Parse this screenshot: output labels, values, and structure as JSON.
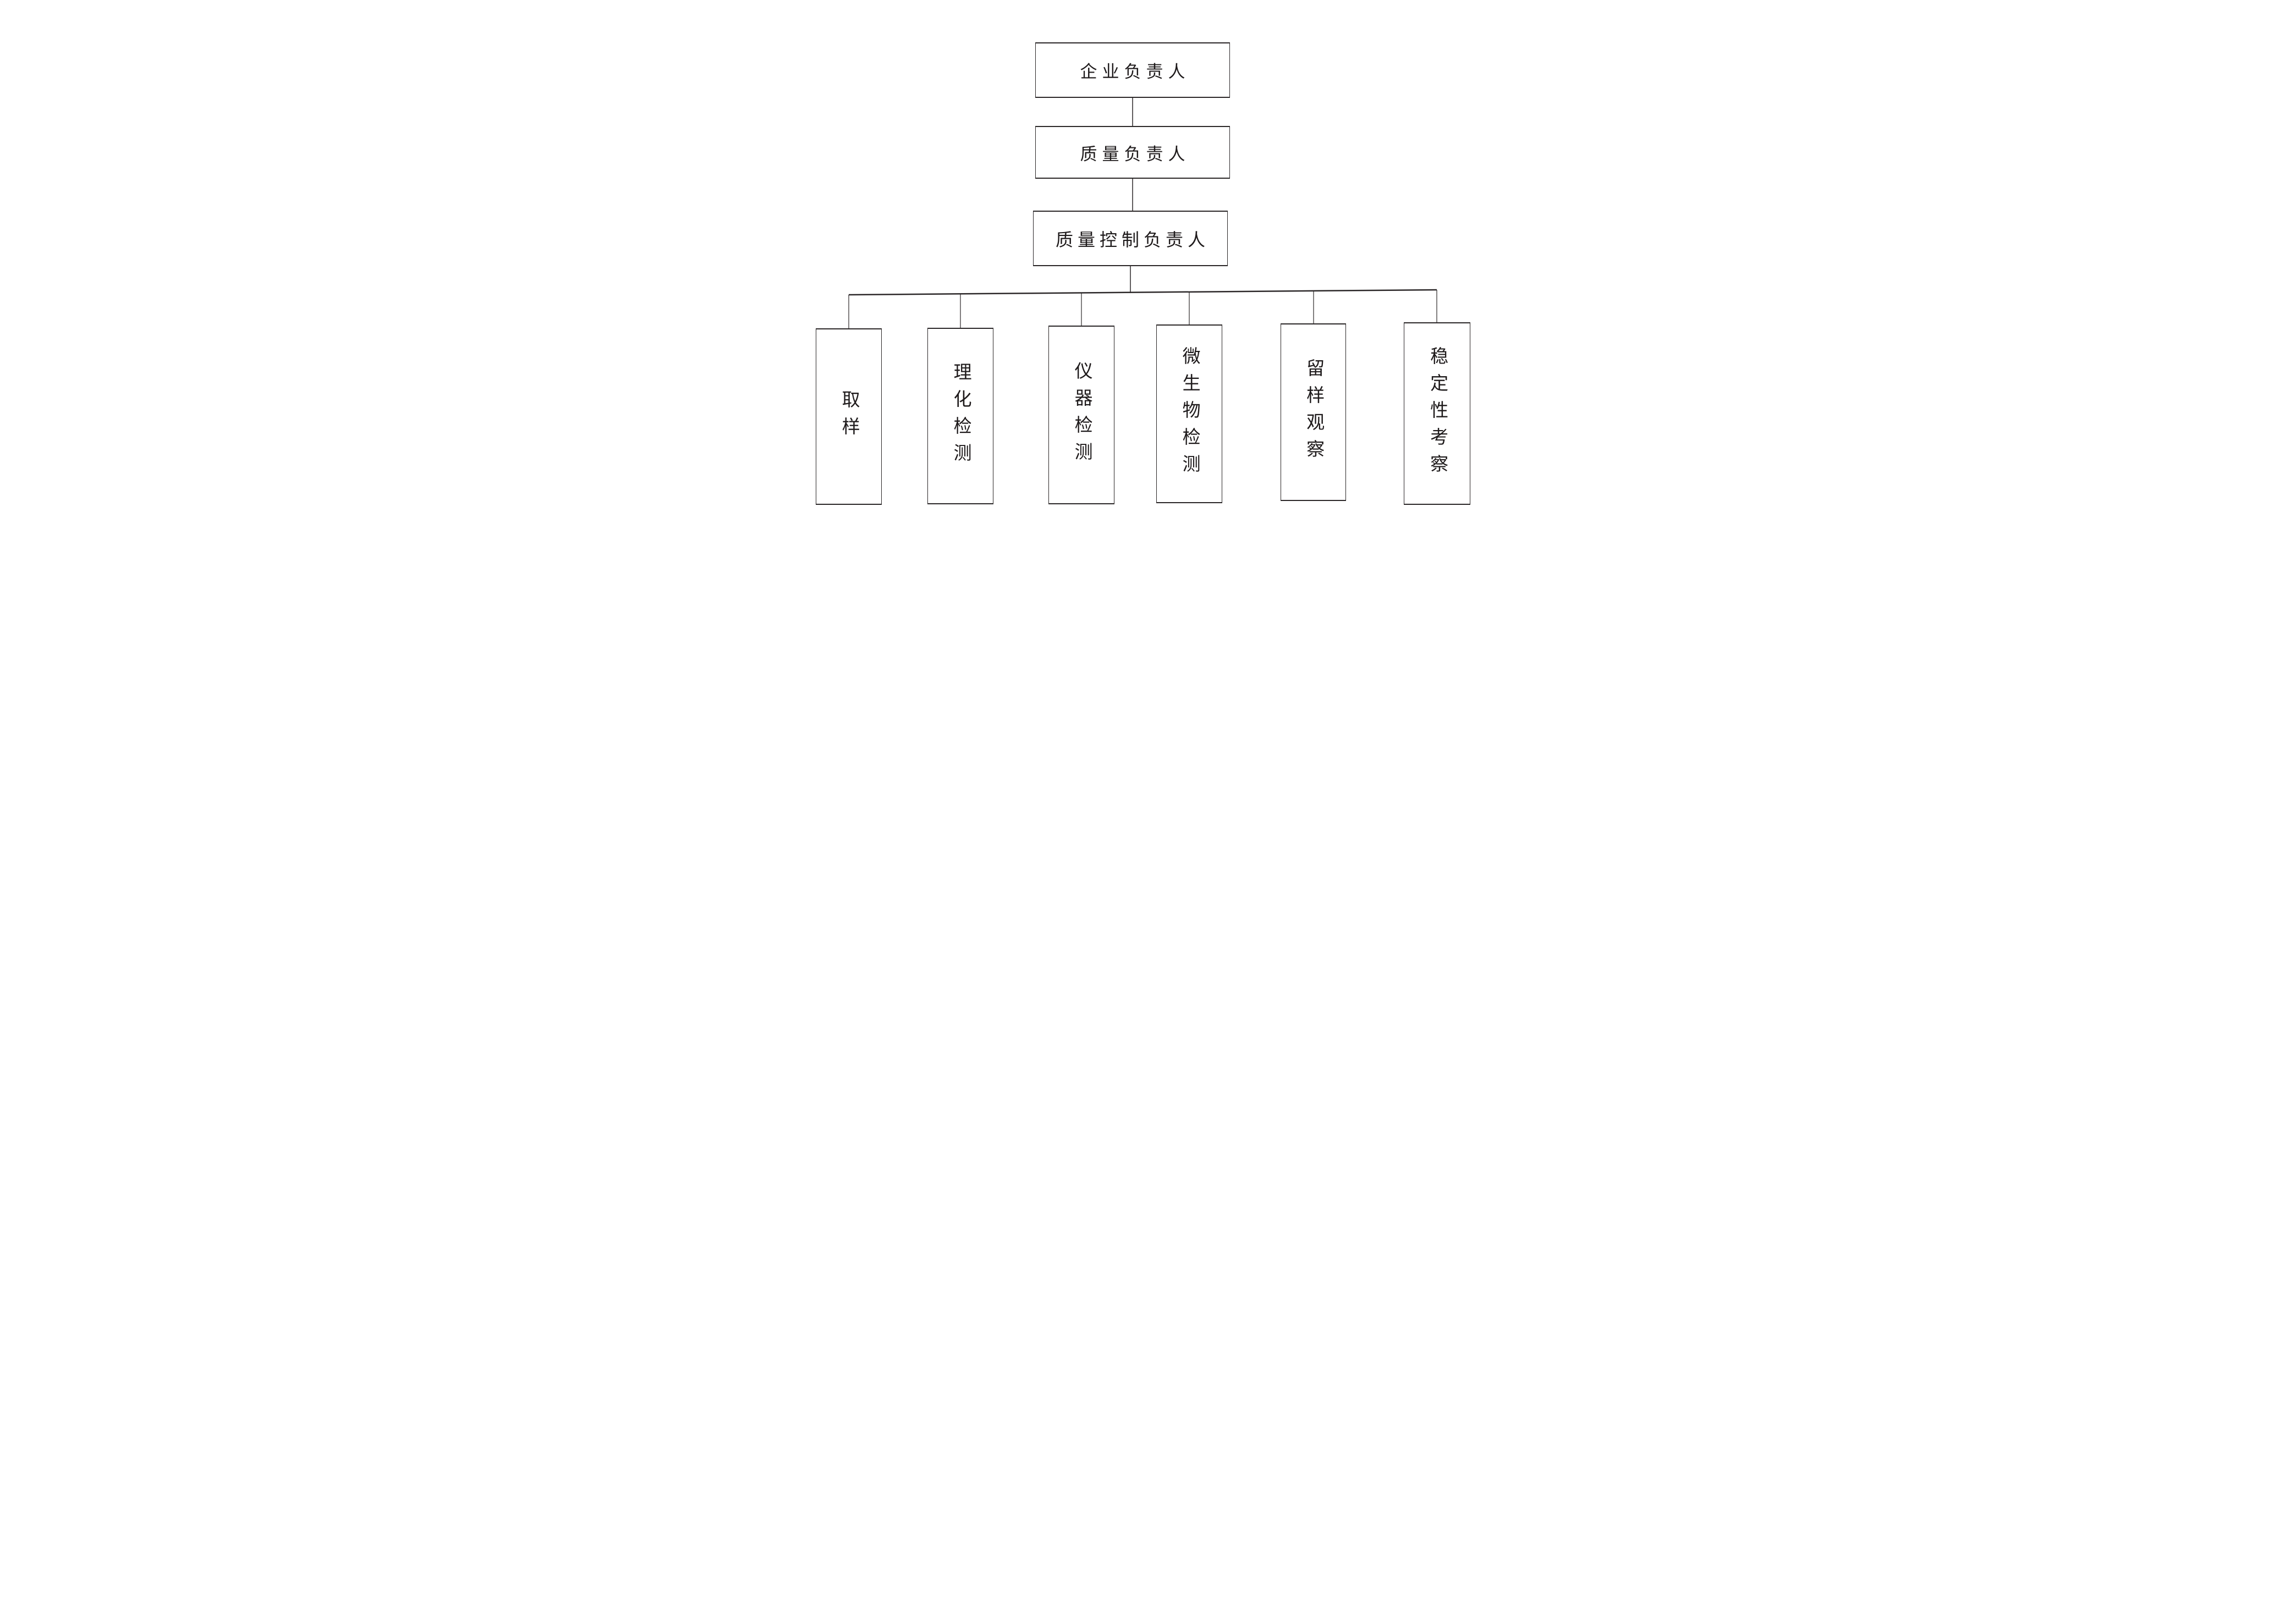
{
  "diagram": {
    "background_color": "#ffffff",
    "line_color": "#2b2728",
    "text_color": "#1e1a1b",
    "root": {
      "label": "企业负责人"
    },
    "level2": {
      "label": "质量负责人"
    },
    "level3": {
      "label": "质量控制负责人"
    },
    "departments": [
      {
        "label": "取样"
      },
      {
        "label": "理化检测"
      },
      {
        "label": "仪器检测"
      },
      {
        "label": "微生物检测"
      },
      {
        "label": "留样观察"
      },
      {
        "label": "稳定性考察"
      }
    ]
  }
}
